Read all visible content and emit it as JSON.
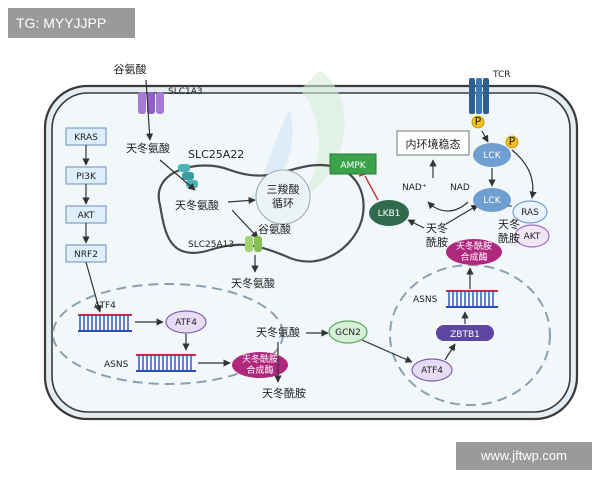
{
  "watermark_top": "TG: MYYJJPP",
  "watermark_bottom": "www.jftwp.com",
  "membrane": {
    "transporter_1": "SLC1A3",
    "transporter_2": "SLC25A22",
    "transporter_3": "SLC25A13",
    "receptor": "TCR"
  },
  "metabolites": {
    "glutamate_outside": "谷氨酸",
    "aspartate_cytosol": "天冬氨酸",
    "aspartate_mito": "天冬氨酸",
    "glutamate_mito": "谷氨酸",
    "aspartate_exported": "天冬氨酸",
    "aspartate_mid": "天冬氨酸",
    "asparagine": "天冬酰胺",
    "asparagine_t_line1": "天冬",
    "asparagine_t_line2": "酰胺",
    "tca_line1": "三羧酸",
    "tca_line2": "循环",
    "nad_plus": "NAD⁺",
    "nadh": "NAD",
    "homeostasis": "内环境稳态"
  },
  "pathway_left": [
    "KRAS",
    "PI3K",
    "AKT",
    "NRF2"
  ],
  "left_nucleus": {
    "atf4_gene": "ATF4",
    "atf4_protein": "ATF4",
    "asns_gene": "ASNS"
  },
  "synthase": {
    "line1": "天冬酰胺",
    "line2": "合成酶"
  },
  "signaling": {
    "gcn2": "GCN2",
    "atf4": "ATF4",
    "zbtb1": "ZBTB1",
    "asns_gene": "ASNS",
    "lkb1": "LKB1",
    "ampk": "AMPK",
    "lck_top": "LCK",
    "lck_bottom": "LCK",
    "ras": "RAS",
    "akt": "AKT",
    "phospho": "P"
  },
  "colors": {
    "membrane": "#3a3a3a",
    "cell_fill": "#dde8ee",
    "cytosol": "#eef4f8",
    "pathway_box": "#ddeefd",
    "synthase": "#b0287e",
    "ampk": "#3aa24a",
    "lkb1": "#2f6b4c",
    "lck": "#6f9fd1",
    "zbtb1": "#5d45a3",
    "phospho": "#f4c21b",
    "dna_red": "#c8333e",
    "dna_blue": "#2c4fb5",
    "transporter_purple": "#a67bd8",
    "transporter_teal": "#4bb3b6",
    "transporter_green": "#9fd26a"
  }
}
